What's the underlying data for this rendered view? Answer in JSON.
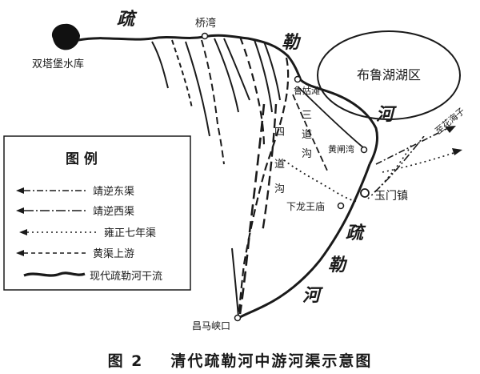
{
  "labels": {
    "reservoir": "双塔堡水库",
    "qiaowan": "桥湾",
    "bulunhu": "布鲁湖湖区",
    "luguta": "鲁姑滩",
    "sandaogou": "三道沟",
    "sidaogou": "四道沟",
    "huangzhawan": "黄闸湾",
    "yumenzhen": "玉门镇",
    "xialongwangmiao": "下龙王庙",
    "changmaxiakou": "昌马峡口",
    "zhihuahaizi": "至花海子"
  },
  "river_name_chars": [
    "疏",
    "勒",
    "河"
  ],
  "legend": {
    "title": "图 例",
    "items": [
      {
        "label": "靖逆东渠",
        "style": "dash-dot"
      },
      {
        "label": "靖逆西渠",
        "style": "long-dash-dot"
      },
      {
        "label": "雍正七年渠",
        "style": "dotted"
      },
      {
        "label": "黄渠上游",
        "style": "dashed"
      },
      {
        "label": "现代疏勒河干流",
        "style": "thick-solid"
      }
    ]
  },
  "caption": {
    "number": "图 2",
    "title": "清代疏勒河中游河渠示意图"
  }
}
